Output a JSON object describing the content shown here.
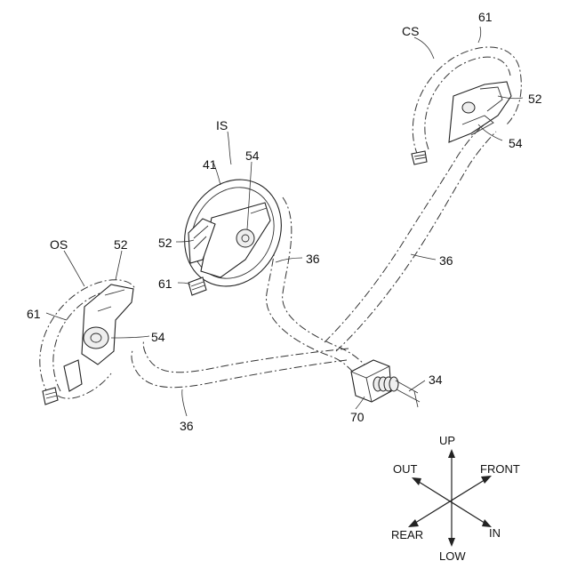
{
  "labels": {
    "cs": "CS",
    "is": "IS",
    "os": "OS",
    "cs_61": "61",
    "cs_52": "52",
    "cs_54": "54",
    "is_41": "41",
    "is_54": "54",
    "is_52": "52",
    "is_61": "61",
    "is_36": "36",
    "os_52": "52",
    "os_61": "61",
    "os_54": "54",
    "os_36": "36",
    "cs_36": "36",
    "part_70": "70",
    "part_34": "34"
  },
  "directions": {
    "up": "UP",
    "low": "LOW",
    "front": "FRONT",
    "rear": "REAR",
    "out": "OUT",
    "in": "IN"
  }
}
